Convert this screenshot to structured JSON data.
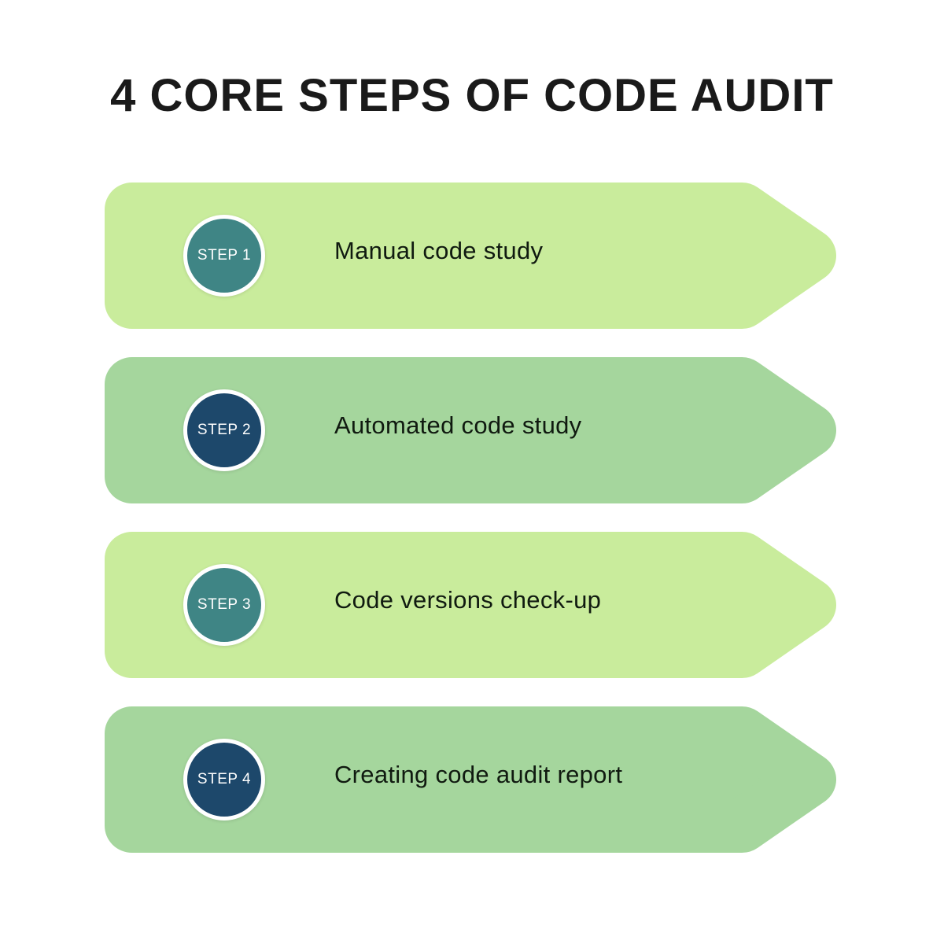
{
  "title": "4 CORE STEPS OF CODE AUDIT",
  "colors": {
    "light_green": "#c9ec9c",
    "medium_green": "#a5d69d",
    "teal": "#3f8585",
    "navy": "#1d486b",
    "title_color": "#1a1a1a",
    "label_color": "#101a10",
    "badge_text": "#ffffff",
    "page_bg": "#ffffff"
  },
  "steps": [
    {
      "badge": "STEP 1",
      "label": "Manual code study",
      "banner_color": "#c9ec9c",
      "badge_color": "#3f8585"
    },
    {
      "badge": "STEP 2",
      "label": "Automated code study",
      "banner_color": "#a5d69d",
      "badge_color": "#1d486b"
    },
    {
      "badge": "STEP 3",
      "label": "Code versions check-up",
      "banner_color": "#c9ec9c",
      "badge_color": "#3f8585"
    },
    {
      "badge": "STEP 4",
      "label": "Creating code audit report",
      "banner_color": "#a5d69d",
      "badge_color": "#1d486b"
    }
  ]
}
